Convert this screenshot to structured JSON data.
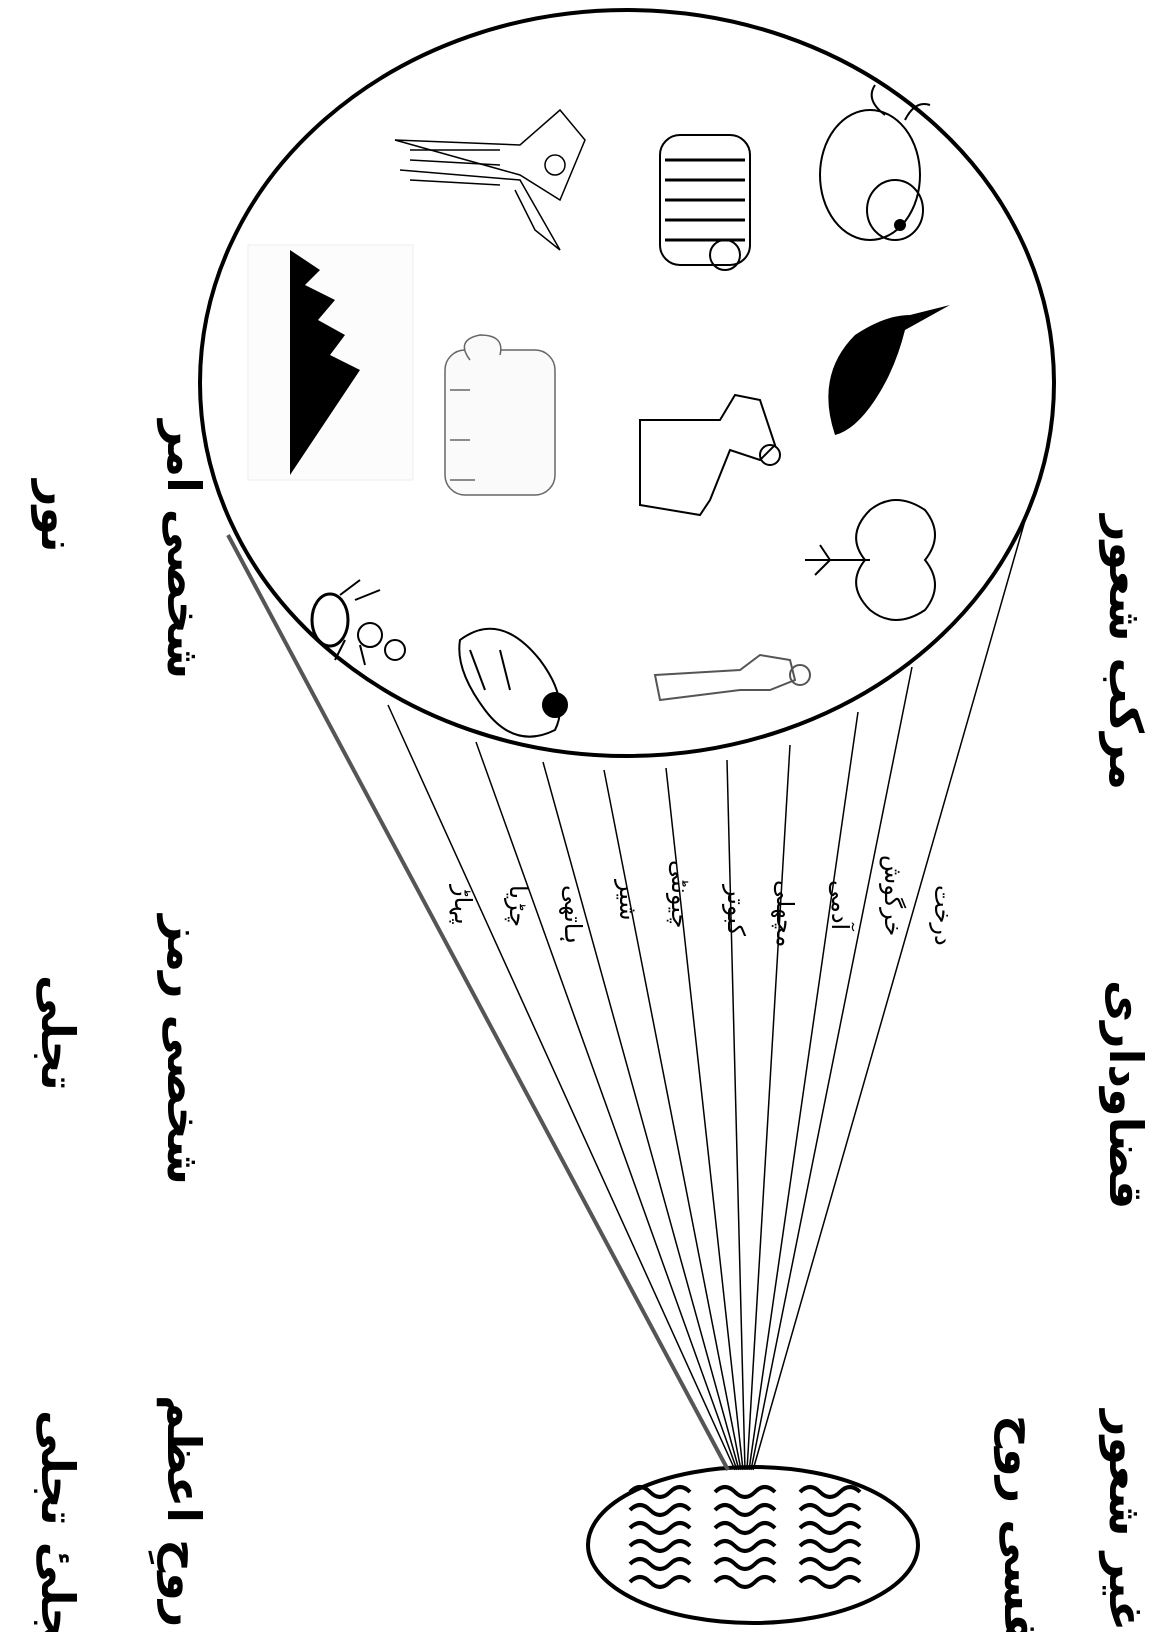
{
  "labels": {
    "murakkab_shaor": "مرکب شعور",
    "ghair_shaor": "غیر شعور",
    "qaza_o_dara": "قضاوداری",
    "shakhsi_amr": "شخصی امر",
    "noor": "نور",
    "shakhsi_ramz": "شخصی رمز",
    "tajalli": "تجلی",
    "ruh_azam": "روحِ اعظم",
    "tajalli_tajalli": "تجلیٔ تجلی",
    "nafsi_ruh": "نفسی روح"
  },
  "line_labels": [
    "درخت",
    "خرگوش",
    "آدمی",
    "مچھلی",
    "کبوتر",
    "چیونٹی",
    "شیر",
    "ہاتھی",
    "چڑیا",
    "پہاڑ"
  ],
  "images": [
    {
      "name": "rabbit",
      "icon": "rabbit-icon"
    },
    {
      "name": "tiger",
      "icon": "tiger-icon"
    },
    {
      "name": "angel",
      "icon": "angel-icon"
    },
    {
      "name": "fish",
      "icon": "fish-icon"
    },
    {
      "name": "human-silhouette-robed",
      "icon": "robed-human-icon"
    },
    {
      "name": "elephant",
      "icon": "elephant-icon"
    },
    {
      "name": "mountain",
      "icon": "mountain-icon"
    },
    {
      "name": "tree",
      "icon": "tree-icon"
    },
    {
      "name": "human-outline",
      "icon": "human-outline-icon"
    },
    {
      "name": "bird",
      "icon": "bird-icon"
    },
    {
      "name": "ant",
      "icon": "ant-icon"
    }
  ],
  "source_icon": "waves-icon"
}
